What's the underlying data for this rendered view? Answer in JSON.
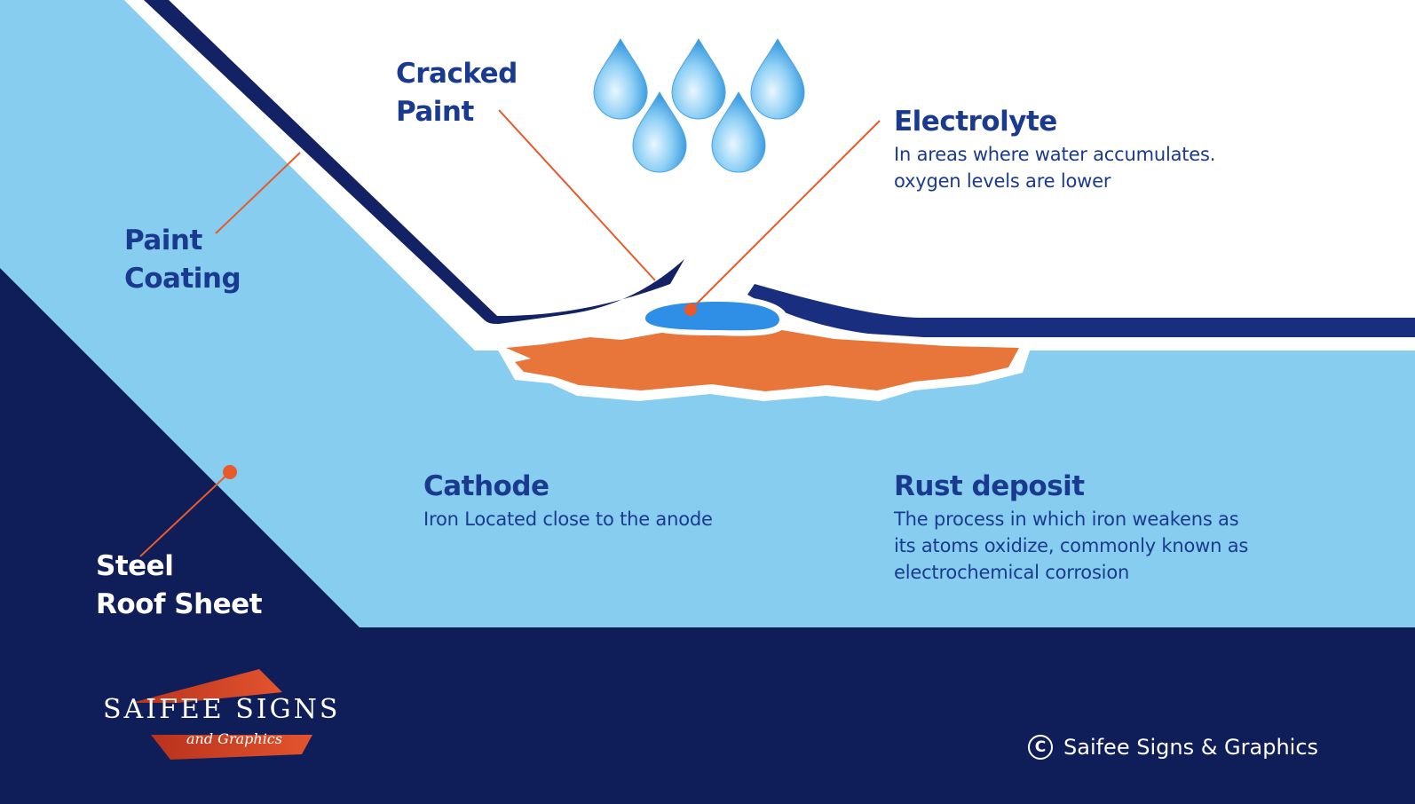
{
  "labels": {
    "cracked_paint": [
      "Cracked",
      "Paint"
    ],
    "paint_coating": [
      "Paint",
      "Coating"
    ],
    "steel_roof_sheet": [
      "Steel",
      "Roof Sheet"
    ],
    "electrolyte": {
      "title": "Electrolyte",
      "desc": [
        "In areas where water accumulates.",
        "oxygen levels are lower"
      ]
    },
    "cathode": {
      "title": "Cathode",
      "desc": [
        "Iron Located close to the anode"
      ]
    },
    "rust_deposit": {
      "title": "Rust deposit",
      "desc": [
        "The process in which iron weakens as",
        "its atoms oxidize, commonly known as",
        "electrochemical corrosion"
      ]
    }
  },
  "logo": {
    "main": "SAIFEE SIGNS",
    "sub": "and Graphics"
  },
  "copyright": "Saifee Signs & Graphics",
  "colors": {
    "navy": "#0f1d59",
    "light_blue": "#87cdf0",
    "paint_navy": "#122265",
    "rust_orange": "#e8763a",
    "electrolyte_blue": "#2f8ee6",
    "label_blue": "#1a3a8f",
    "leader_orange": "#e85a2a"
  }
}
